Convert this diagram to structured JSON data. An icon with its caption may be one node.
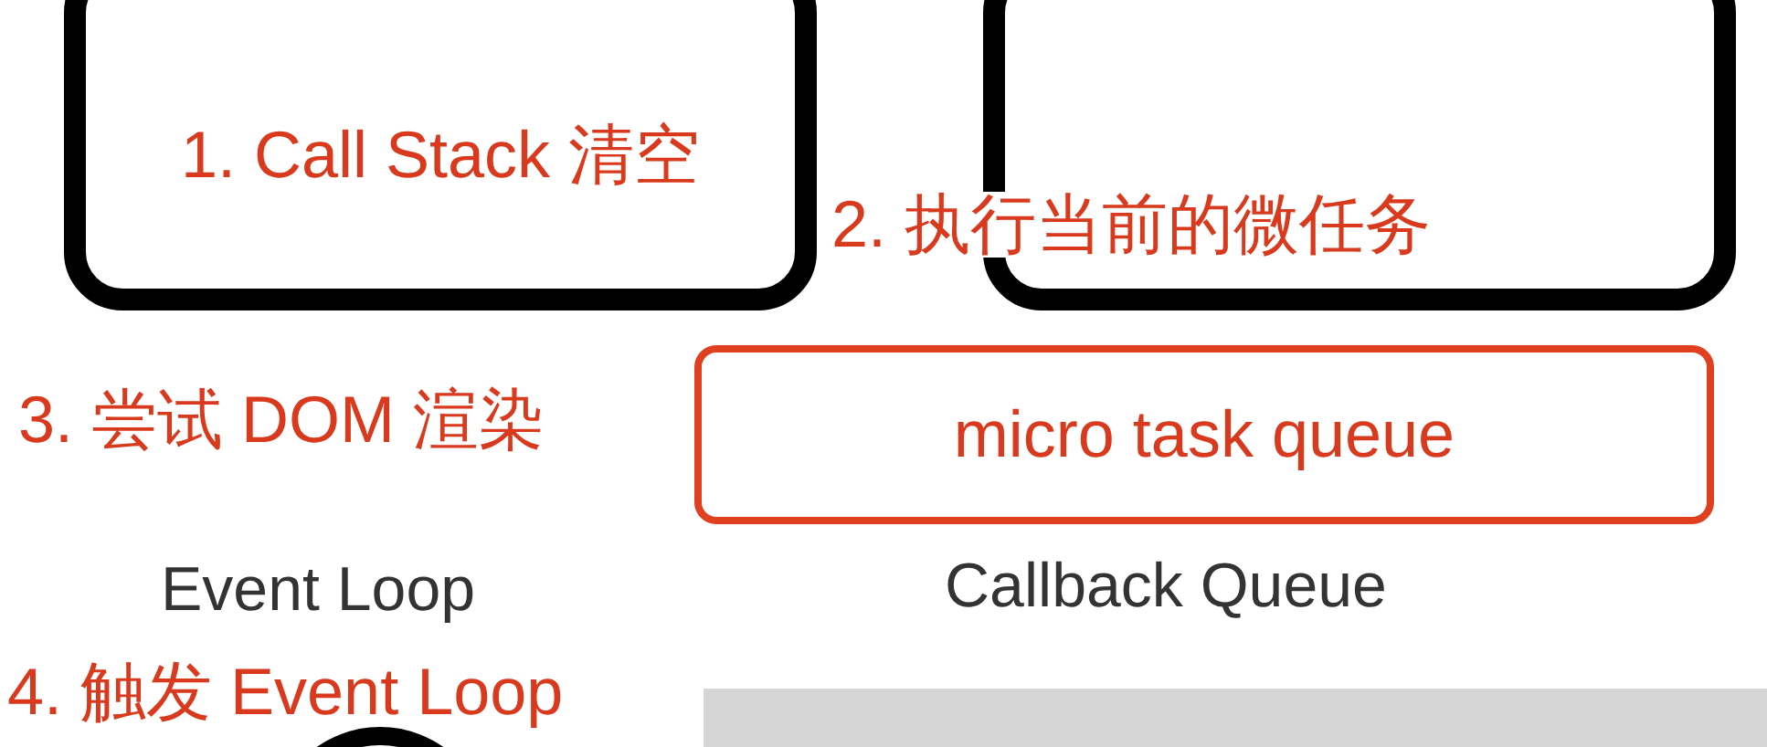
{
  "diagram": {
    "nodes": [
      {
        "text": [
          "1. Call Stack 清空"
        ]
      },
      {
        "text": [],
        "shape": "box"
      },
      {
        "text": [
          "micro task queue"
        ]
      },
      {
        "text": [],
        "shape": "circle"
      },
      {
        "text": [],
        "shape": "bar"
      }
    ],
    "labels": [
      "2. 执行当前的微任务",
      "3. 尝试 DOM 渲染",
      "Event Loop",
      "Callback Queue",
      "4. 触发 Event Loop"
    ]
  }
}
